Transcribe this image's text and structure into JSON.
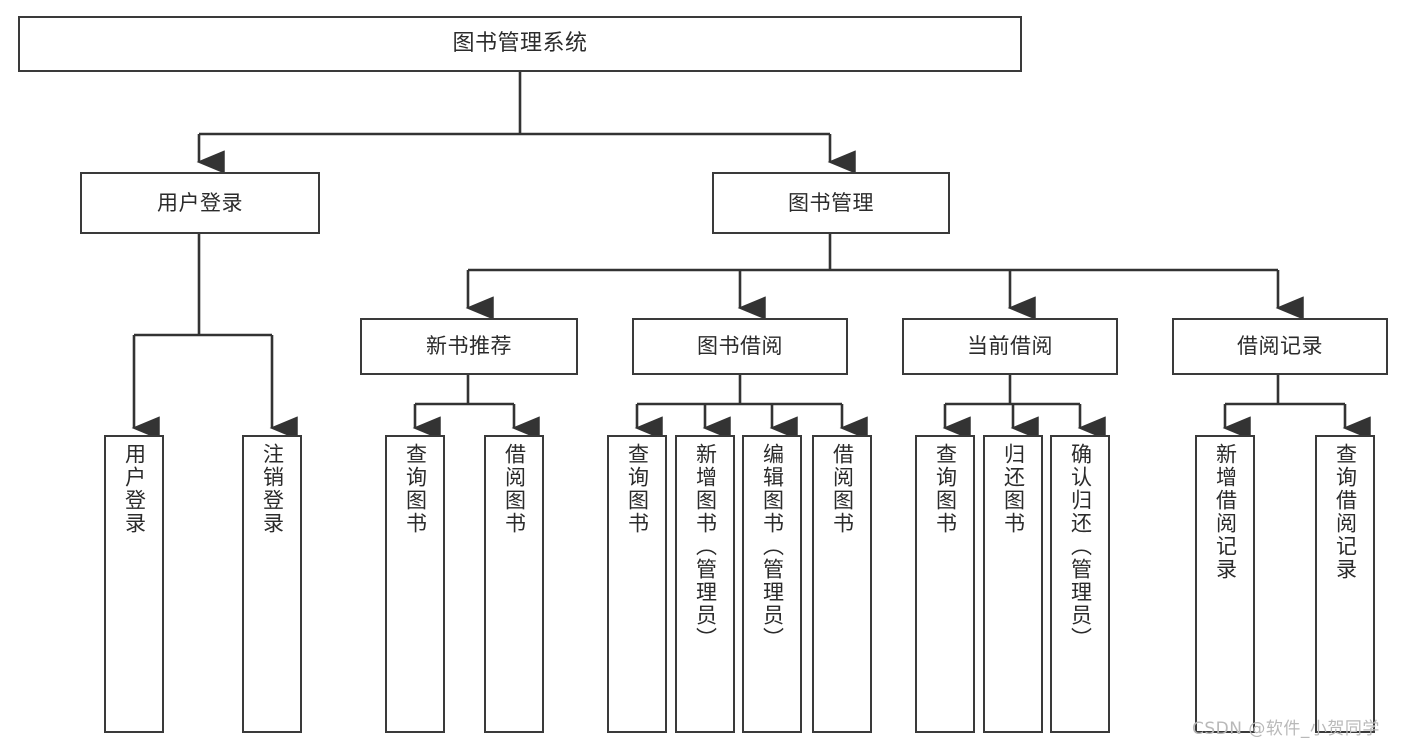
{
  "diagram": {
    "title": "图书管理系统",
    "type": "hierarchy-tree",
    "colors": {
      "box_border": "#3a3a3a",
      "connector": "#333333",
      "box_fill": "#ffffff",
      "text": "#2b2b2b",
      "watermark": "#b9b9b9"
    },
    "root": {
      "label": "图书管理系统"
    },
    "level2": [
      {
        "label": "用户登录"
      },
      {
        "label": "图书管理"
      }
    ],
    "level3": [
      {
        "label": "新书推荐"
      },
      {
        "label": "图书借阅"
      },
      {
        "label": "当前借阅"
      },
      {
        "label": "借阅记录"
      }
    ],
    "leaves": {
      "user_login": [
        {
          "label": "用户登录"
        },
        {
          "label": "注销登录"
        }
      ],
      "new_book_recommend": [
        {
          "label": "查询图书"
        },
        {
          "label": "借阅图书"
        }
      ],
      "book_borrow": [
        {
          "label": "查询图书"
        },
        {
          "label": "新增图书（管理员）"
        },
        {
          "label": "编辑图书（管理员）"
        },
        {
          "label": "借阅图书"
        }
      ],
      "current_borrow": [
        {
          "label": "查询图书"
        },
        {
          "label": "归还图书"
        },
        {
          "label": "确认归还（管理员）"
        }
      ],
      "borrow_records": [
        {
          "label": "新增借阅记录"
        },
        {
          "label": "查询借阅记录"
        }
      ]
    }
  },
  "watermark": {
    "text": "CSDN @软件_小贺同学"
  }
}
